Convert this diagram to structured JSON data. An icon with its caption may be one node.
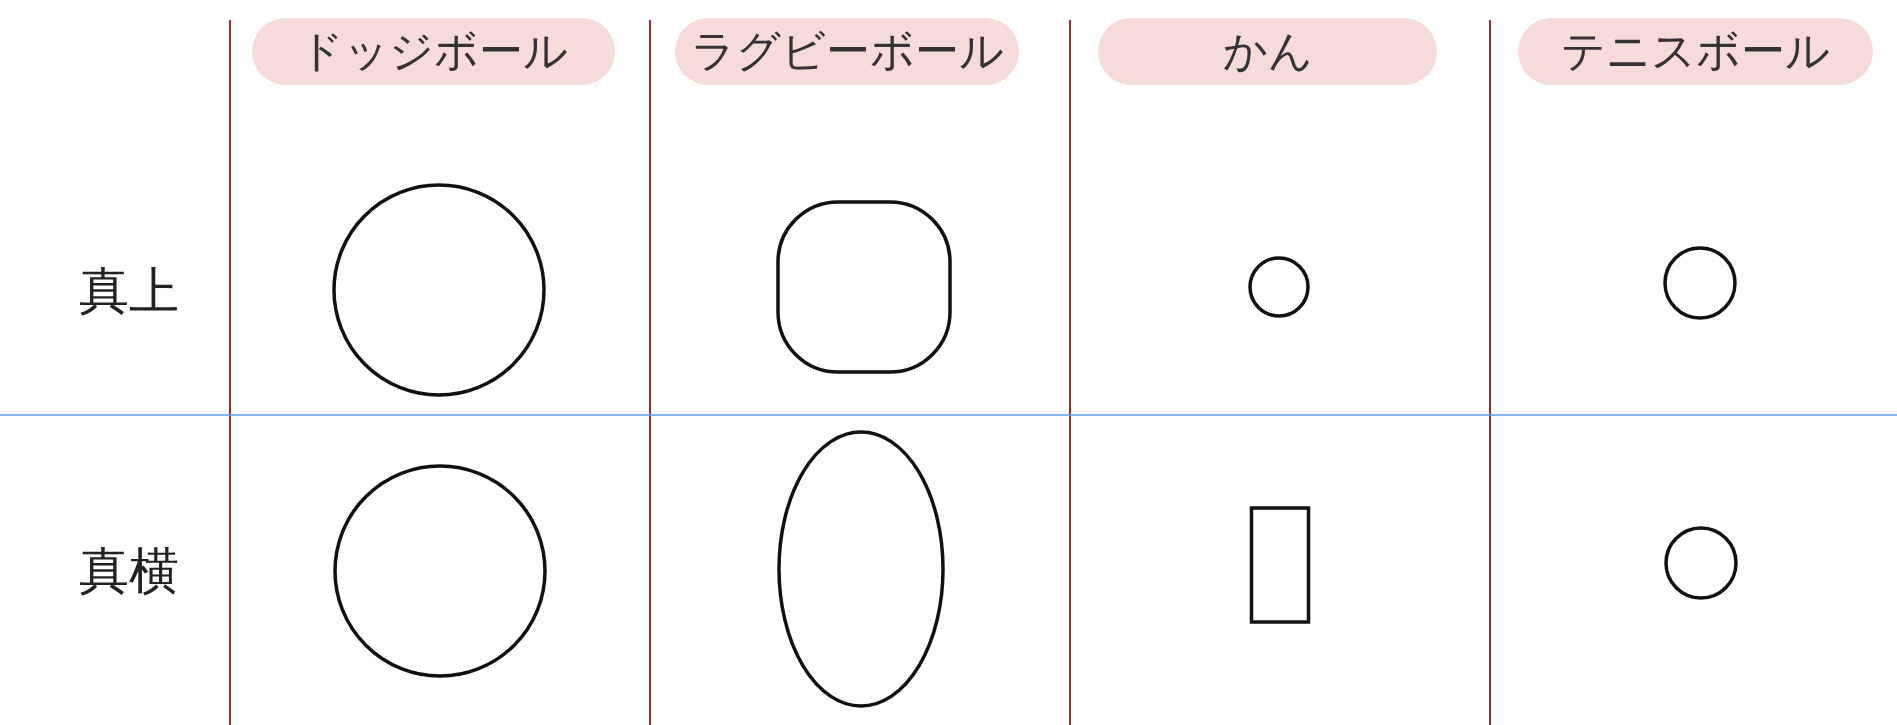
{
  "diagram": {
    "nodes": [
      {
        "text": [
          "ドッジボール"
        ]
      },
      {
        "text": [
          "ラグビーボール"
        ]
      },
      {
        "text": [
          "かん"
        ]
      },
      {
        "text": [
          "テニスボール"
        ]
      },
      {
        "text": [],
        "shape": "circle"
      },
      {
        "text": [],
        "shape": "rounded-box"
      },
      {
        "text": [],
        "shape": "circle"
      },
      {
        "text": [],
        "shape": "circle"
      },
      {
        "text": [],
        "shape": "circle"
      },
      {
        "text": [],
        "shape": "ellipse"
      },
      {
        "text": [],
        "shape": "box"
      },
      {
        "text": [],
        "shape": "circle"
      }
    ],
    "labels": [
      "真上",
      "真横"
    ]
  }
}
